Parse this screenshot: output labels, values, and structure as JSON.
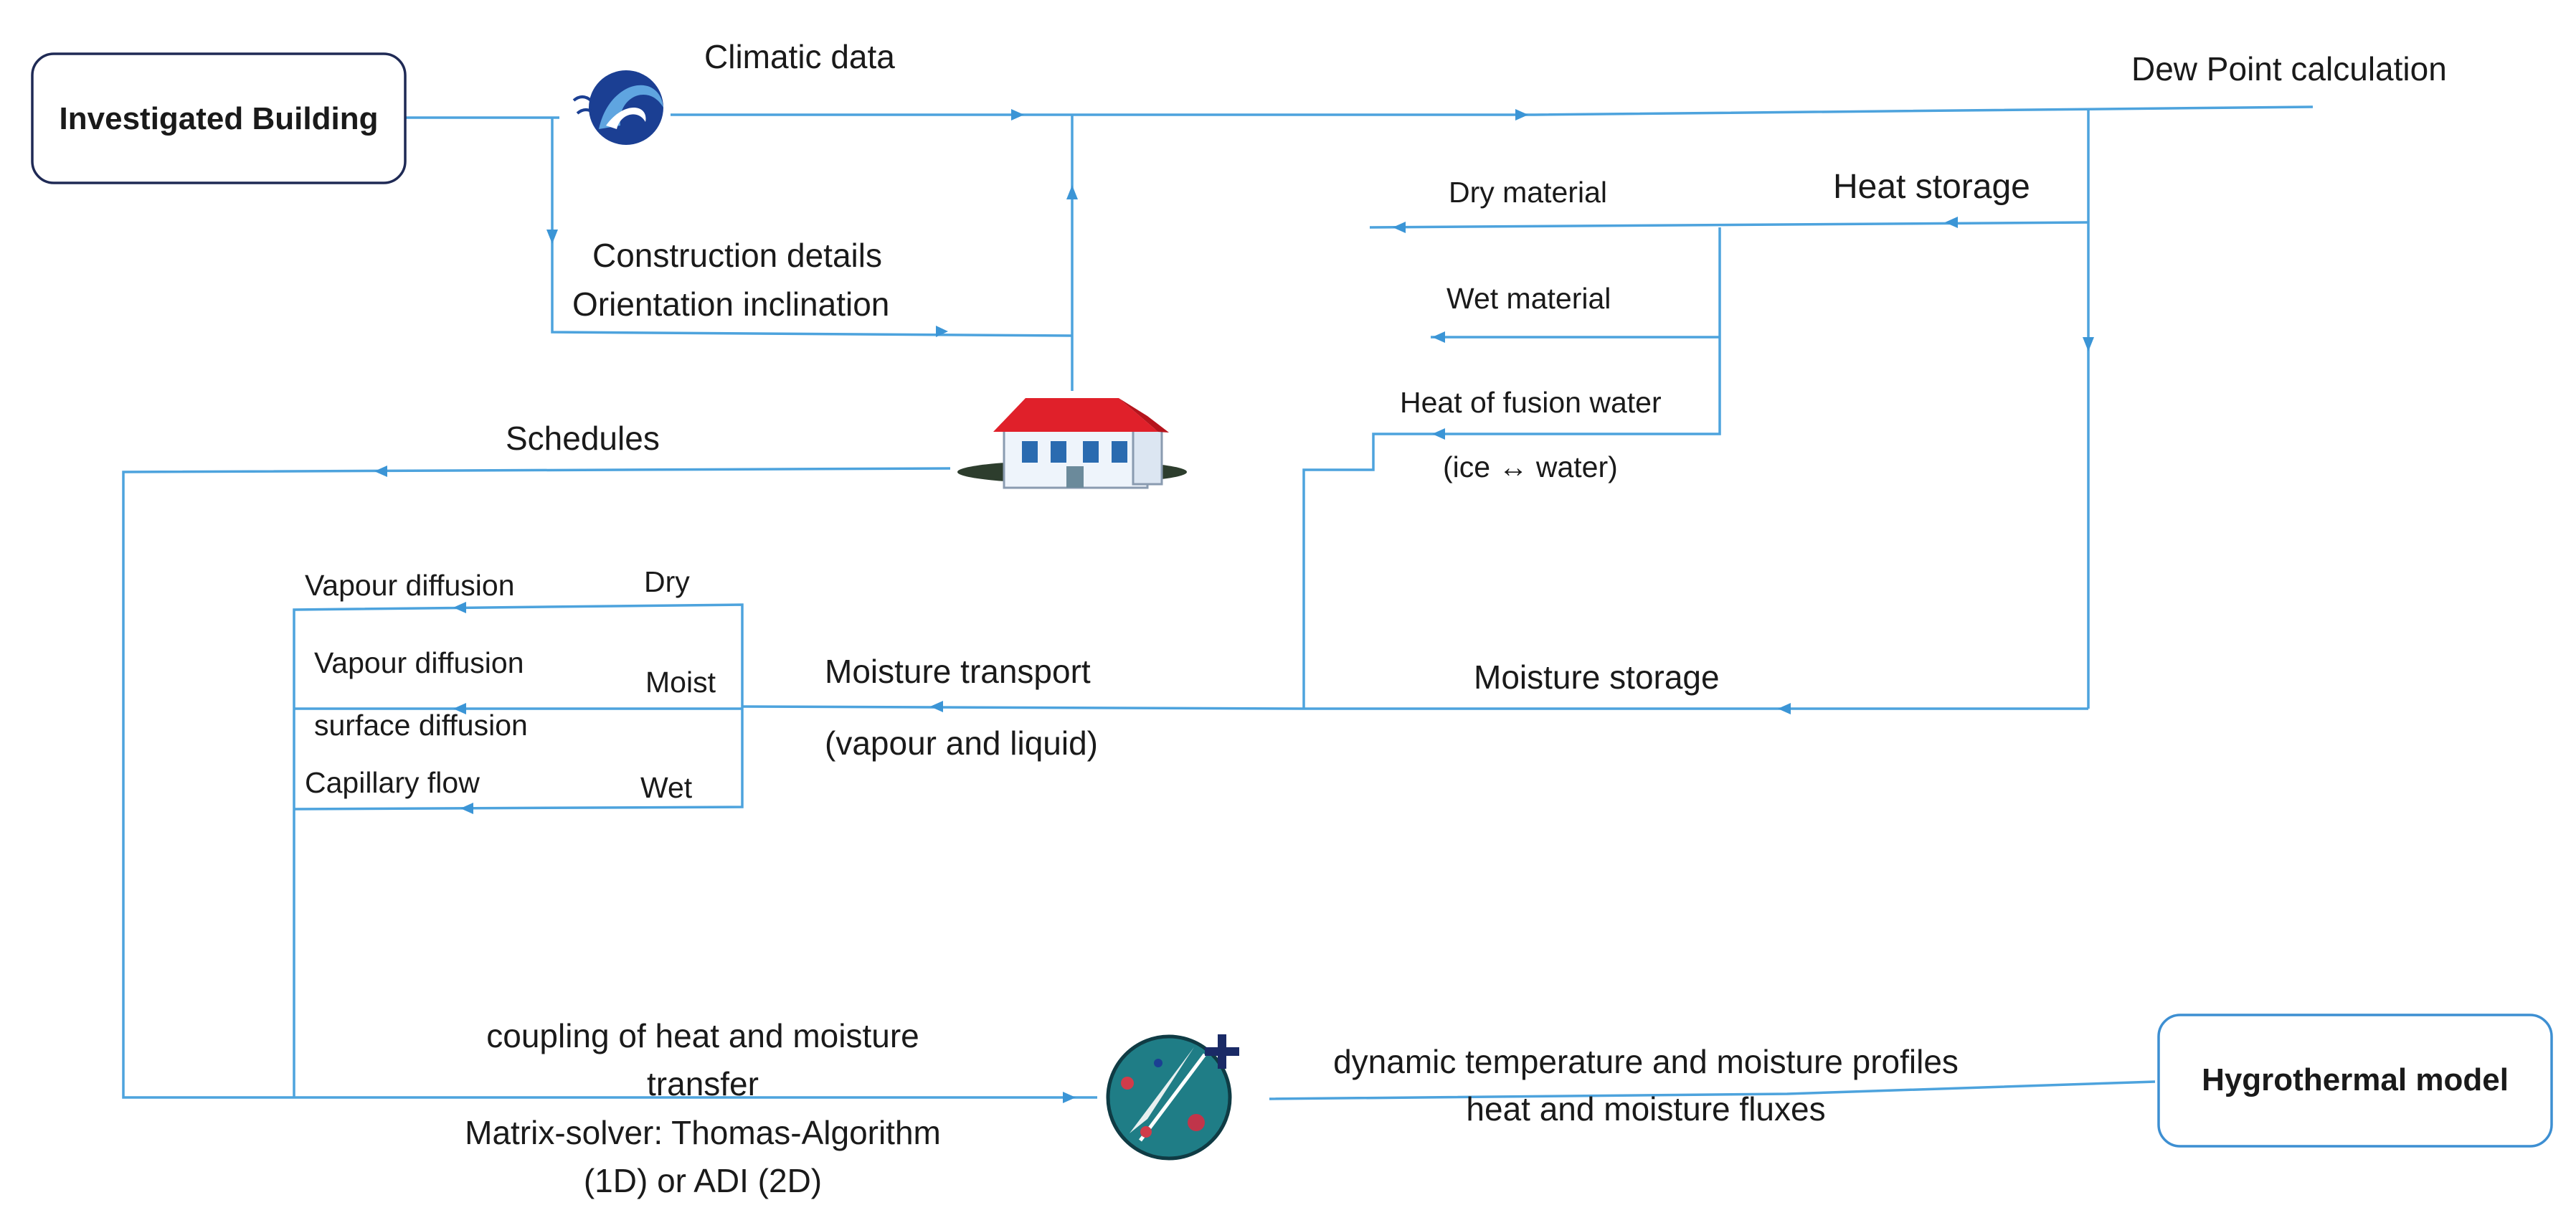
{
  "colors": {
    "line": "#4da3dd",
    "arrow": "#3b95d6",
    "box_border_left": "#1f2a55",
    "box_border_right": "#3d8fd2",
    "roof": "#e0202a",
    "house_wall": "#eef4fb",
    "globe_fill": "#1f7d86",
    "climate_icon": "#1b3f93"
  },
  "boxes": {
    "investigated_building": "Investigated Building",
    "hygrothermal_model": "Hygrothermal model"
  },
  "labels": {
    "climatic_data": "Climatic data",
    "dew_point": "Dew Point calculation",
    "construction_details": "Construction details",
    "orientation_inclination": "Orientation inclination",
    "dry_material": "Dry material",
    "heat_storage": "Heat storage",
    "wet_material": "Wet material",
    "heat_of_fusion": "Heat of fusion water",
    "ice_water": "(ice ↔ water)",
    "schedules": "Schedules",
    "vapour_diffusion_1": "Vapour diffusion",
    "dry": "Dry",
    "vapour_diffusion_2": "Vapour diffusion",
    "moist": "Moist",
    "surface_diffusion": "surface diffusion",
    "capillary_flow": "Capillary flow",
    "wet": "Wet",
    "moisture_transport": "Moisture transport",
    "vapour_and_liquid": "(vapour and liquid)",
    "moisture_storage": "Moisture storage",
    "coupling_1": "coupling of heat and moisture",
    "coupling_2": "transfer",
    "matrix_solver": "Matrix-solver: Thomas-Algorithm",
    "adi": "(1D) or ADI (2D)",
    "dynamic_profiles": "dynamic temperature and moisture profiles",
    "fluxes": "heat and moisture fluxes"
  },
  "icons": {
    "climate": "climate-wave-icon",
    "house": "house-icon",
    "simulation": "simulation-globe-icon",
    "plus": "plus-icon"
  }
}
